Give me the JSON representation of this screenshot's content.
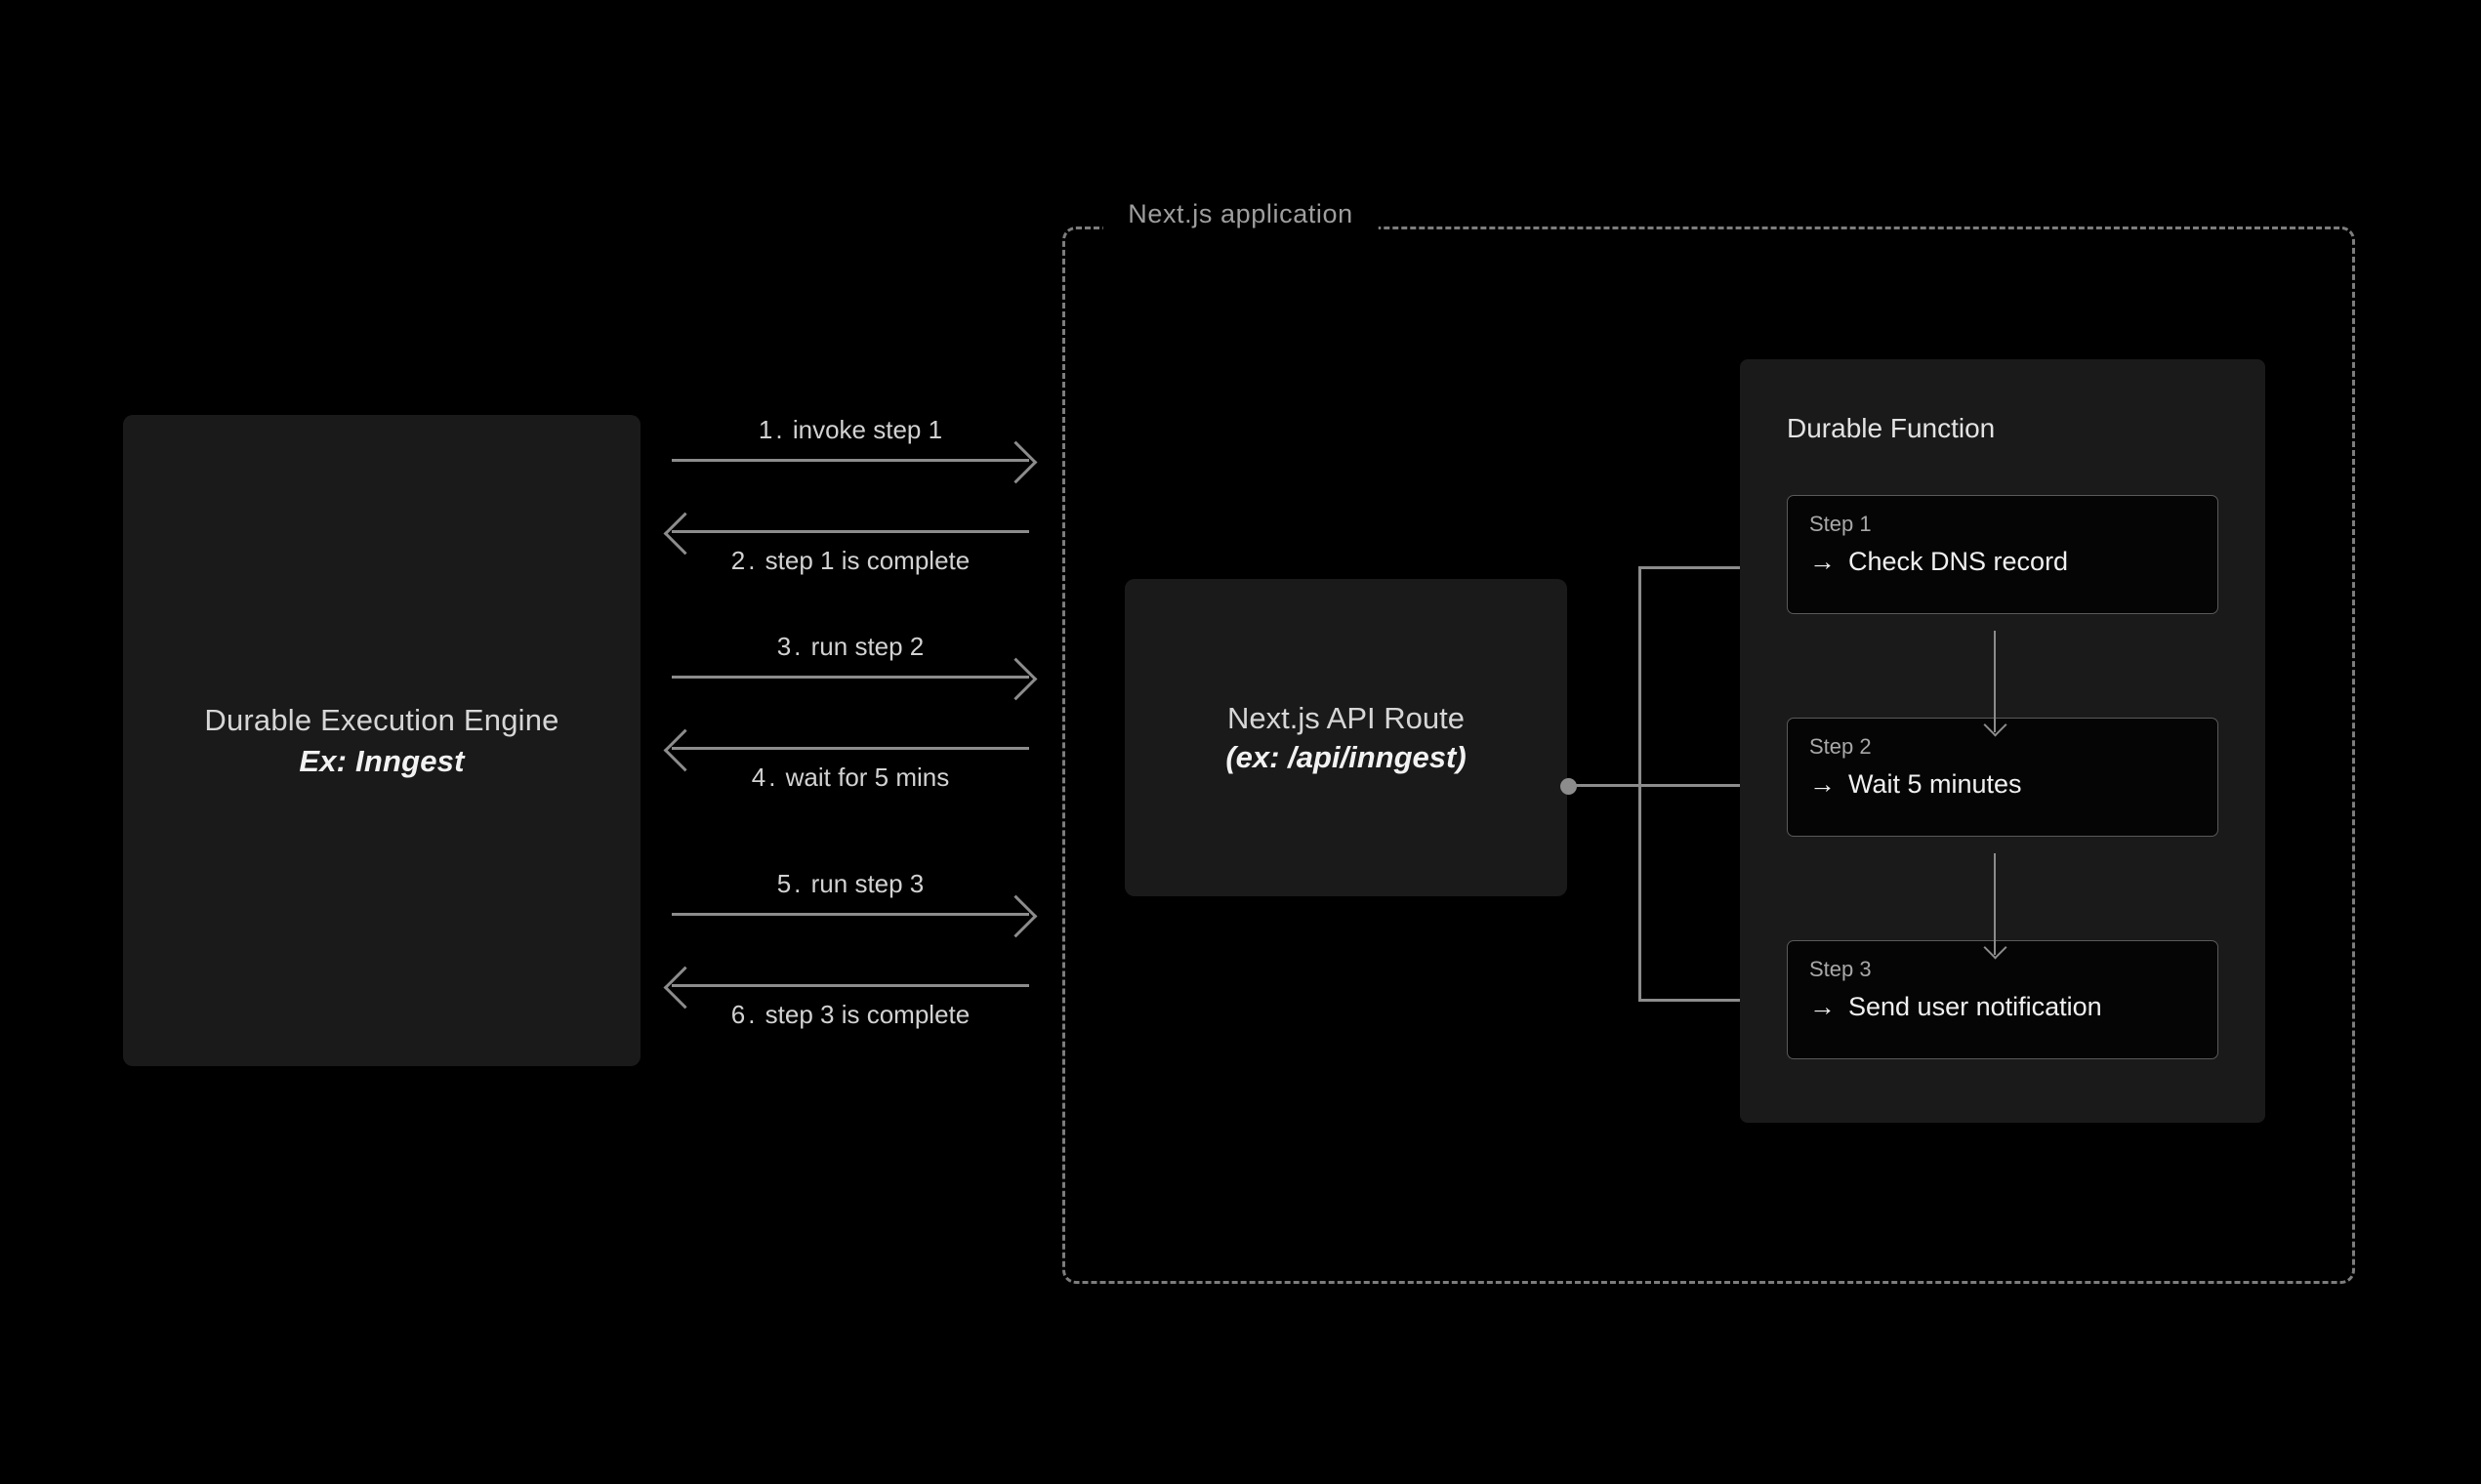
{
  "engine": {
    "title": "Durable Execution Engine",
    "subtitle": "Ex: Inngest"
  },
  "messages": [
    {
      "num": "1.",
      "label": "invoke step 1",
      "direction": "right",
      "position": "above"
    },
    {
      "num": "2.",
      "label": "step 1 is complete",
      "direction": "left",
      "position": "below"
    },
    {
      "num": "3.",
      "label": "run step 2",
      "direction": "right",
      "position": "above"
    },
    {
      "num": "4.",
      "label": "wait for 5 mins",
      "direction": "left",
      "position": "below"
    },
    {
      "num": "5.",
      "label": "run step 3",
      "direction": "right",
      "position": "above"
    },
    {
      "num": "6.",
      "label": "step 3 is complete",
      "direction": "left",
      "position": "below"
    }
  ],
  "app": {
    "title": "Next.js application"
  },
  "api_route": {
    "title": "Next.js API Route",
    "subtitle": "(ex: /api/inngest)"
  },
  "durable_function": {
    "title": "Durable Function",
    "steps": [
      {
        "kicker": "Step 1",
        "arrow": "→",
        "text": "Check DNS record"
      },
      {
        "kicker": "Step 2",
        "arrow": "→",
        "text": "Wait 5 minutes"
      },
      {
        "kicker": "Step 3",
        "arrow": "→",
        "text": "Send user notification"
      }
    ]
  },
  "colors": {
    "background": "#000000",
    "panel": "#1a1a1a",
    "card": "#050505",
    "line": "#8c8c8c",
    "dashed_border": "#7d7d7d",
    "text_primary": "#f0f0f0",
    "text_secondary": "#d2d2d2",
    "text_muted": "#a8a8a8"
  }
}
